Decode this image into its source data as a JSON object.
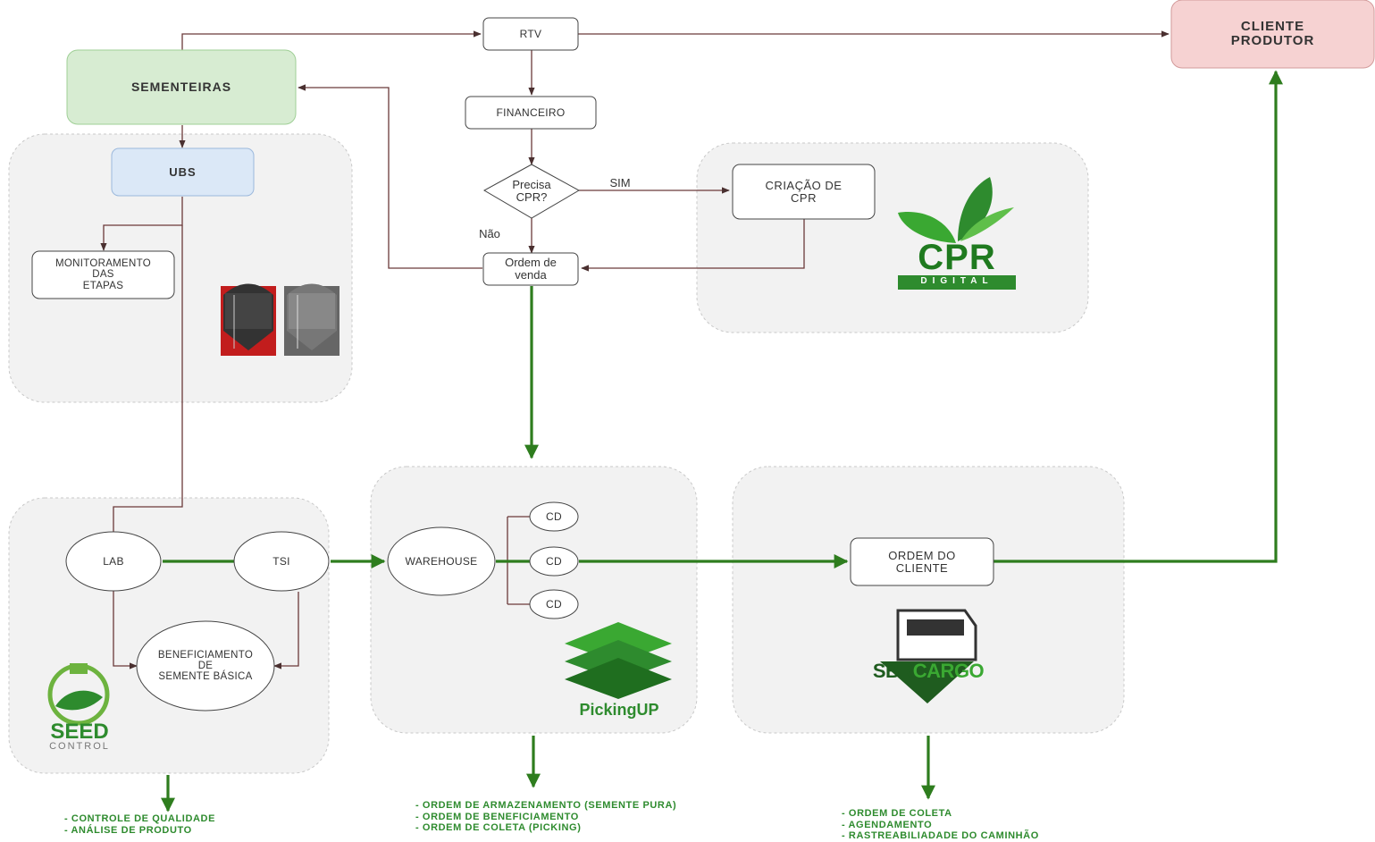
{
  "nodes": {
    "rtv": "RTV",
    "cliente_produtor": "CLIENTE\nPRODUTOR",
    "sementeiras": "SEMENTEIRAS",
    "financeiro": "FINANCEIRO",
    "precisa_cpr": "Precisa\nCPR?",
    "sim": "SIM",
    "nao": "Não",
    "criacao_cpr": "CRIAÇÃO DE\nCPR",
    "ordem_venda": "Ordem de\nvenda",
    "ubs": "UBS",
    "monitoramento": "MONITORAMENTO\nDAS\nETAPAS",
    "lab": "LAB",
    "tsi": "TSI",
    "beneficiamento": "BENEFICIAMENTO\nDE\nSEMENTE BÁSICA",
    "warehouse": "WAREHOUSE",
    "cd1": "CD",
    "cd2": "CD",
    "cd3": "CD",
    "ordem_cliente": "ORDEM DO\nCLIENTE"
  },
  "logos": {
    "cpr_main": "CPR",
    "cpr_sub": "DIGITAL",
    "seed_main": "SEED",
    "seed_sub": "CONTROL",
    "picking": "PickingUP",
    "sbr_a": "SBR",
    "sbr_b": "CARGO"
  },
  "outputs": {
    "seed_control": [
      "- CONTROLE DE QUALIDADE",
      "- ANÁLISE DE PRODUTO"
    ],
    "picking_up": [
      "- ORDEM DE ARMAZENAMENTO (SEMENTE PURA)",
      "- ORDEM DE BENEFICIAMENTO",
      "- ORDEM DE COLETA (PICKING)"
    ],
    "sbr_cargo": [
      "- ORDEM DE COLETA",
      "- AGENDAMENTO",
      "- RASTREABILIADADE DO CAMINHÃO"
    ]
  },
  "colors": {
    "flow_green": "#2e7d1e",
    "thin_line": "#6b3a3a",
    "sementeiras_fill": "#d7ecd2",
    "ubs_fill": "#dbe8f7",
    "cliente_fill": "#f6d2d2",
    "group_fill": "#f2f2f2"
  }
}
